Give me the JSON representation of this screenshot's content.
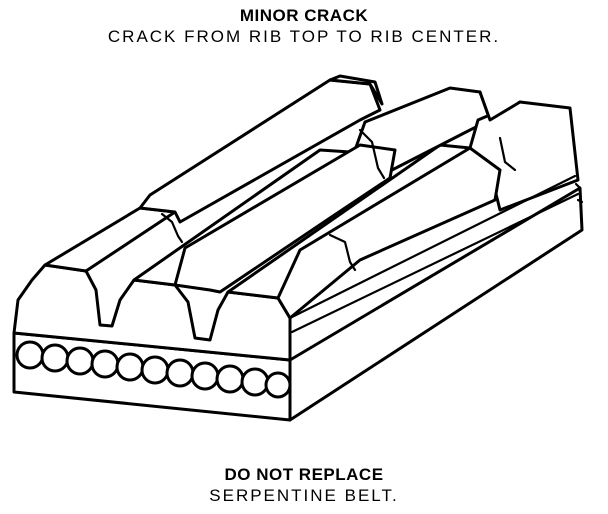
{
  "top_caption": {
    "heading": "MINOR CRACK",
    "description": "CRACK FROM RIB TOP TO RIB CENTER."
  },
  "bottom_caption": {
    "heading": "DO NOT REPLACE",
    "description": "SERPENTINE BELT."
  }
}
